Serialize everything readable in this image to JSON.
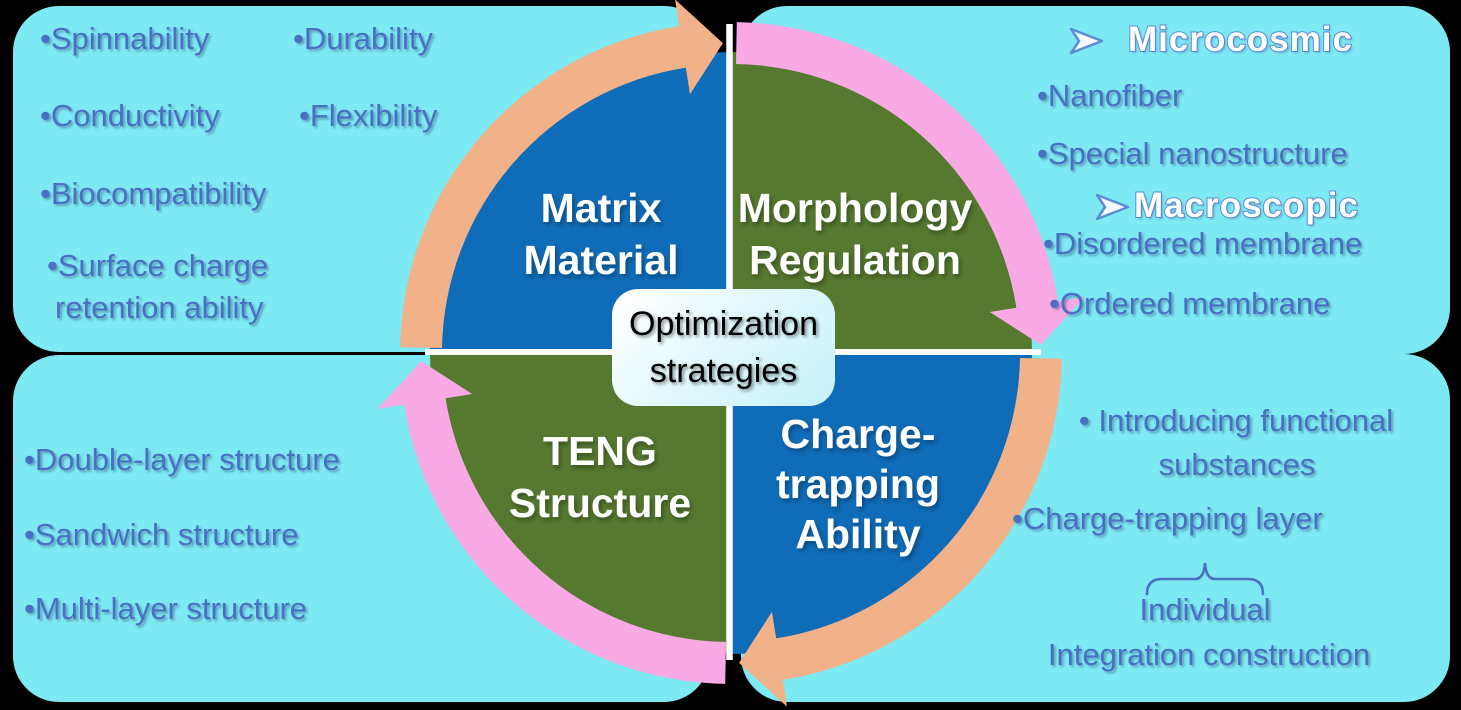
{
  "colors": {
    "background": "#000000",
    "panel_cyan": "#7DE9F2",
    "quadrant_blue": "#0F6CB8",
    "quadrant_green": "#55792F",
    "arc_orange": "#F1B189",
    "arc_pink": "#F9AAE4",
    "divider_white": "#FFFFFF",
    "bullet_text_blue": "#4A70C4",
    "outlined_header_stroke": "#5C8CD6",
    "header_icon_fill": "#F2F8FF",
    "center_text": "#000000"
  },
  "center_label": {
    "line1": "Optimization",
    "line2": "strategies"
  },
  "quadrants": {
    "top_left": {
      "line1": "Matrix",
      "line2": "Material"
    },
    "top_right": {
      "line1": "Morphology",
      "line2": "Regulation"
    },
    "bottom_left": {
      "line1": "TENG",
      "line2": "Structure"
    },
    "bottom_right": {
      "line1": "Charge-",
      "line2": "trapping",
      "line3": "Ability"
    }
  },
  "panels": {
    "matrix_material": {
      "item1": "•Spinnability",
      "item2": "•Durability",
      "item3": "•Conductivity",
      "item4": "•Flexibility",
      "item5": "•Biocompatibility",
      "item6_line1": "•Surface charge",
      "item6_line2": "retention ability"
    },
    "morphology_regulation": {
      "header1": "Microcosmic",
      "item1": "•Nanofiber",
      "item2": "•Special nanostructure",
      "header2": "Macroscopic",
      "item3": "•Disordered membrane",
      "item4": "•Ordered membrane"
    },
    "teng_structure": {
      "item1": "•Double-layer structure",
      "item2": "•Sandwich structure",
      "item3": "•Multi-layer structure"
    },
    "charge_trapping": {
      "item1_line1": "• Introducing functional",
      "item1_line2": "substances",
      "item2": "•Charge-trapping layer",
      "note_line1": "Individual",
      "note_line2": "Integration construction"
    }
  }
}
